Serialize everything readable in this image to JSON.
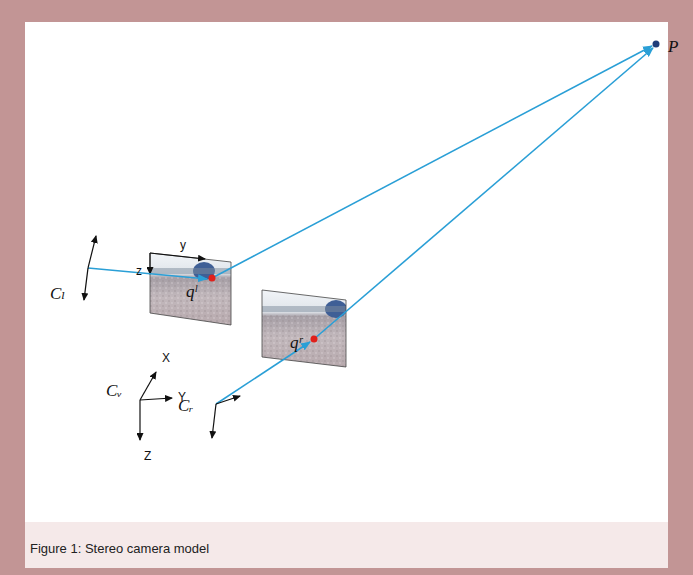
{
  "diagram": {
    "caption": "Figure 1: Stereo camera model",
    "labels": [
      "P",
      "qˡ",
      "qʳ",
      "y",
      "z",
      "X",
      "Y",
      "Z",
      "Cₗ",
      "Cᵥ",
      "Cᵣ"
    ]
  }
}
